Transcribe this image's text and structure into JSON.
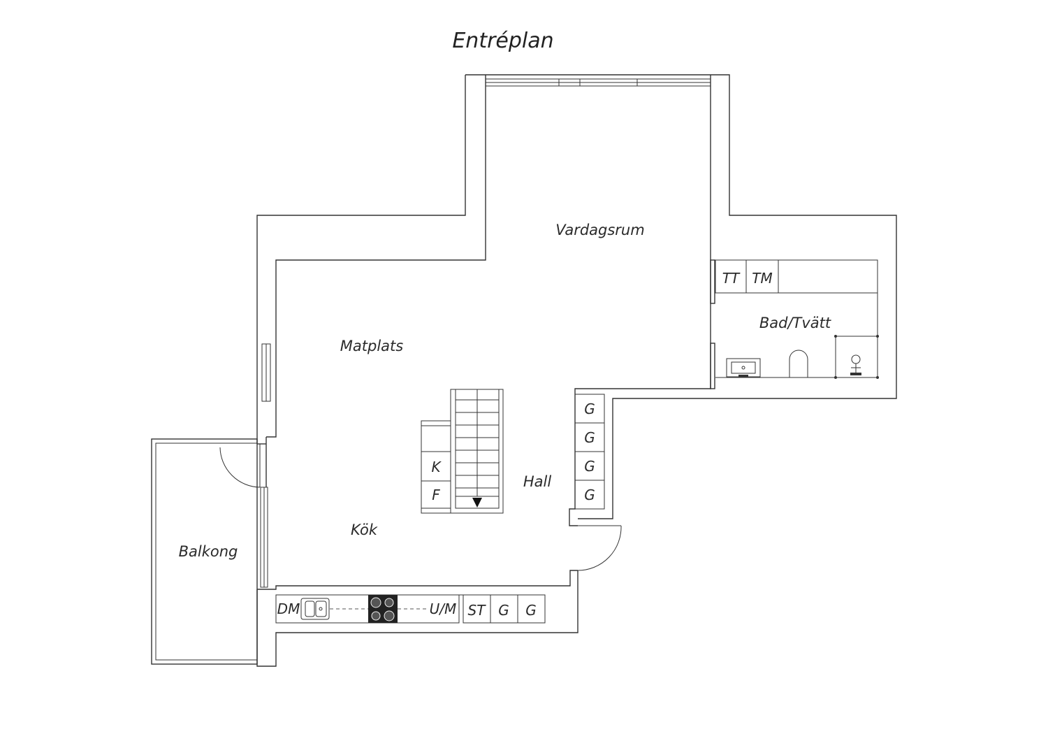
{
  "title": "Entréplan",
  "rooms": {
    "vardagsrum": "Vardagsrum",
    "matplats": "Matplats",
    "bad_tvatt": "Bad/Tvätt",
    "hall": "Hall",
    "kok": "Kök",
    "balkong": "Balkong"
  },
  "fixtures": {
    "tt": "TT",
    "tm": "TM",
    "k": "K",
    "f": "F",
    "g1": "G",
    "g2": "G",
    "g3": "G",
    "g4": "G",
    "dm": "DM",
    "um": "U/M",
    "st": "ST",
    "g5": "G",
    "g6": "G"
  },
  "colors": {
    "line": "#333333",
    "background": "#ffffff",
    "hob": "#222222"
  }
}
